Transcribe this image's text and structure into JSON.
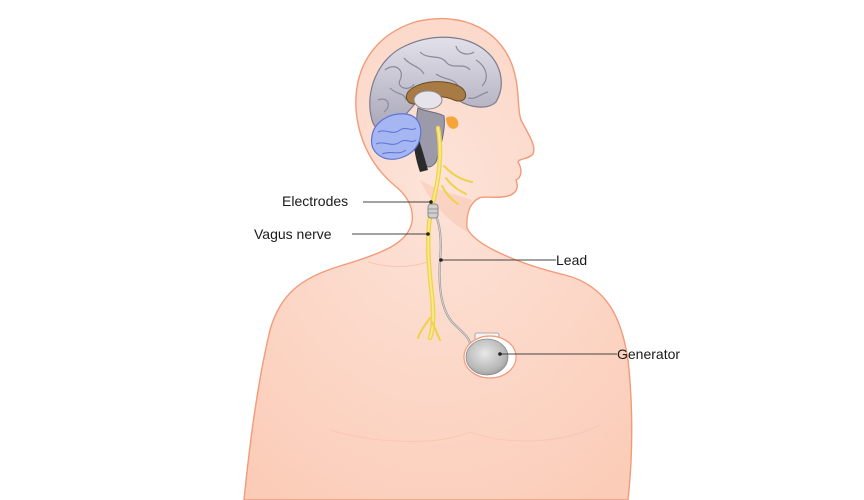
{
  "labels": {
    "electrodes": "Electrodes",
    "vagus_nerve": "Vagus nerve",
    "lead": "Lead",
    "generator": "Generator"
  },
  "colors": {
    "background": "#ffffff",
    "skin": "#fcd2c2",
    "outline": "#f39a78",
    "brain": "#c8c6d2",
    "cerebellum": "#9aaef0",
    "nerve": "#f2e06a",
    "device": "#b0b0b0",
    "leader_line": "#444444"
  },
  "icons": [
    "brain-illustration",
    "cerebellum-illustration",
    "vagus-nerve-illustration",
    "generator-device-icon",
    "electrode-icon"
  ]
}
